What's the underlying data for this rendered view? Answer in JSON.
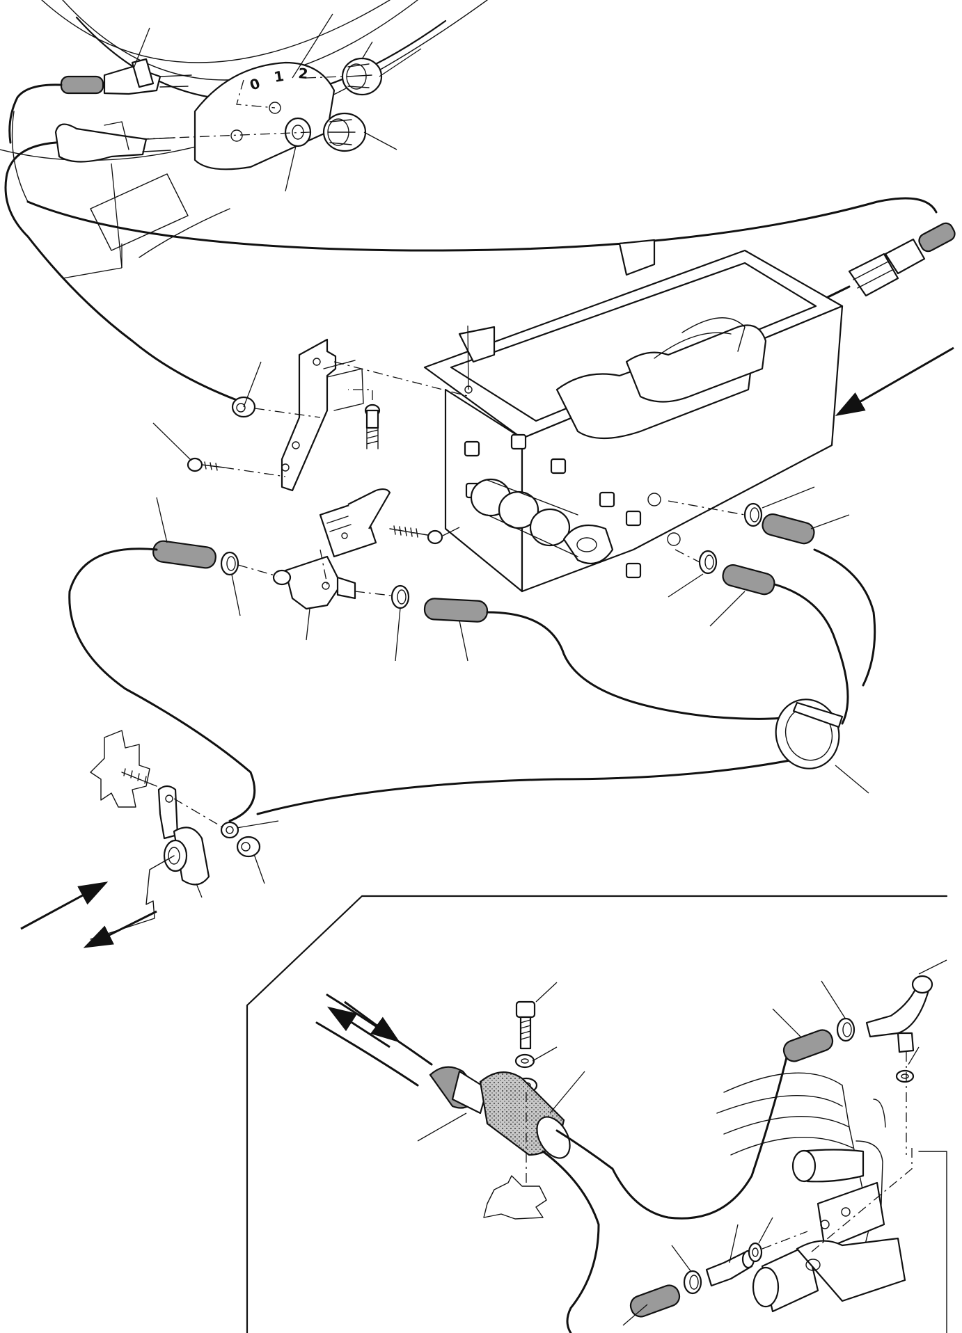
{
  "diagram": {
    "control_panel": {
      "dial_markings": [
        "0",
        "1",
        "2"
      ]
    }
  }
}
